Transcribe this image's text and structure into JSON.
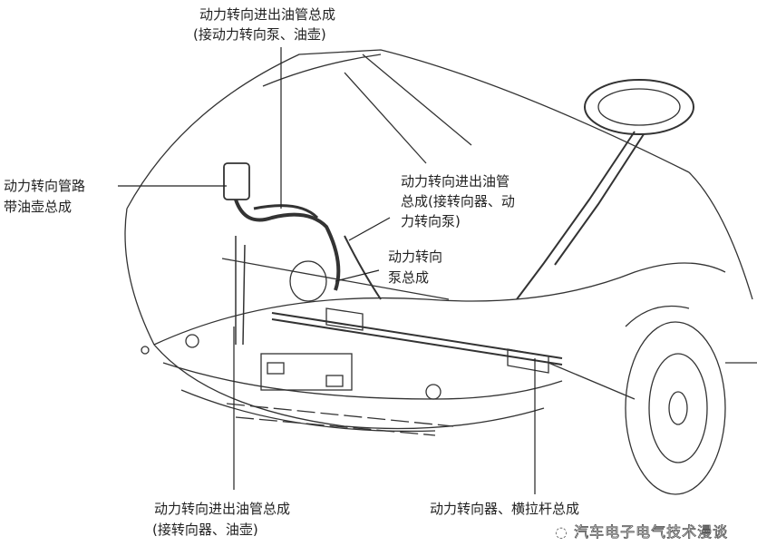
{
  "labels": {
    "top_line1": "动力转向进出油管总成",
    "top_line2": "(接动力转向泵、油壶)",
    "left_line1": "动力转向管路",
    "left_line2": "带油壶总成",
    "mid_line1": "动力转向进出油管",
    "mid_line2": "总成(接转向器、动",
    "mid_line3": "力转向泵)",
    "pump_line1": "动力转向",
    "pump_line2": "泵总成",
    "bottom_left_line1": "动力转向进出油管总成",
    "bottom_left_line2": "(接转向器、油壶)",
    "bottom_right": "动力转向器、横拉杆总成"
  },
  "watermark": "汽车电子电气技术漫谈"
}
